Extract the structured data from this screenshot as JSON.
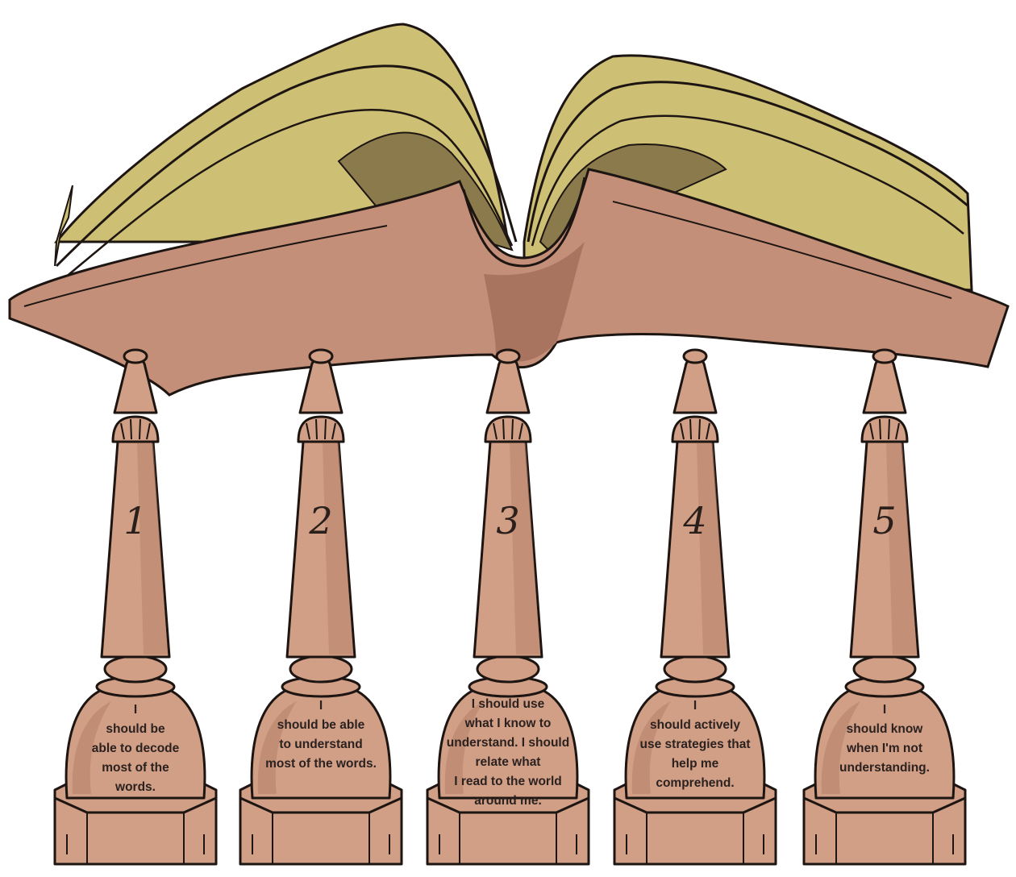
{
  "colors": {
    "background": "#ffffff",
    "page_light": "#cdbf74",
    "page_dark": "#8a7a4c",
    "page_shadow": "#6e6140",
    "cover": "#c48f79",
    "cover_shadow": "#a8735f",
    "wood": "#d19e86",
    "wood_shade": "#b67f68",
    "outline": "#1d1512"
  },
  "pillars": [
    {
      "number": "1",
      "caption_lines": [
        "I",
        "should be",
        "able to decode",
        "most of the",
        "words."
      ]
    },
    {
      "number": "2",
      "caption_lines": [
        "I",
        "should be able",
        "to understand",
        "most of the words."
      ]
    },
    {
      "number": "3",
      "caption_lines": [
        "I should use",
        "what I know to",
        "understand. I should",
        "relate what",
        "I read to the world",
        "around me."
      ]
    },
    {
      "number": "4",
      "caption_lines": [
        "I",
        "should actively",
        "use strategies that",
        "help me",
        "comprehend."
      ]
    },
    {
      "number": "5",
      "caption_lines": [
        "I",
        "should know",
        "when I'm not",
        "understanding."
      ]
    }
  ]
}
